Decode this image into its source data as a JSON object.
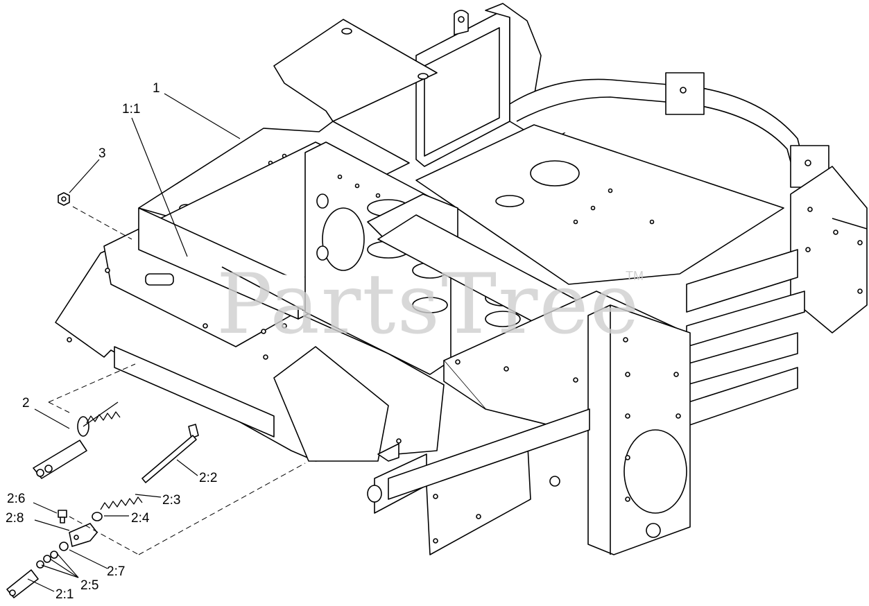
{
  "watermark": {
    "text": "PartsTree",
    "trademark": "TM"
  },
  "callouts": {
    "c1": "1",
    "c1_1": "1:1",
    "c3": "3",
    "c2": "2",
    "c2_2": "2:2",
    "c2_3": "2:3",
    "c2_4": "2:4",
    "c2_6": "2:6",
    "c2_8": "2:8",
    "c2_7": "2:7",
    "c2_5": "2:5",
    "c2_1": "2:1"
  }
}
